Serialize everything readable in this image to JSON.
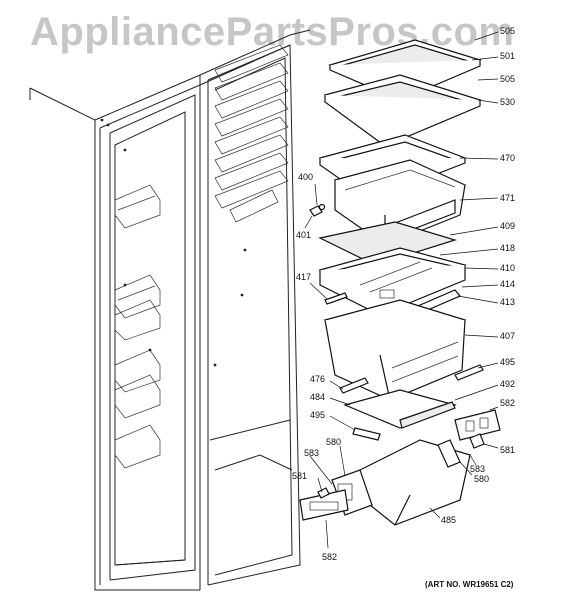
{
  "watermark": "AppliancePartsPros.com",
  "art_number": "(ART NO. WR19651 C2)",
  "callouts": [
    {
      "id": "c505a",
      "label": "505"
    },
    {
      "id": "c501",
      "label": "501"
    },
    {
      "id": "c505b",
      "label": "505"
    },
    {
      "id": "c530",
      "label": "530"
    },
    {
      "id": "c470",
      "label": "470"
    },
    {
      "id": "c400",
      "label": "400"
    },
    {
      "id": "c471",
      "label": "471"
    },
    {
      "id": "c401",
      "label": "401"
    },
    {
      "id": "c409",
      "label": "409"
    },
    {
      "id": "c418",
      "label": "418"
    },
    {
      "id": "c410",
      "label": "410"
    },
    {
      "id": "c417",
      "label": "417"
    },
    {
      "id": "c414",
      "label": "414"
    },
    {
      "id": "c413",
      "label": "413"
    },
    {
      "id": "c407",
      "label": "407"
    },
    {
      "id": "c495a",
      "label": "495"
    },
    {
      "id": "c476",
      "label": "476"
    },
    {
      "id": "c492",
      "label": "492"
    },
    {
      "id": "c484",
      "label": "484"
    },
    {
      "id": "c582a",
      "label": "582"
    },
    {
      "id": "c495b",
      "label": "495"
    },
    {
      "id": "c580a",
      "label": "580"
    },
    {
      "id": "c581a",
      "label": "581"
    },
    {
      "id": "c583a",
      "label": "583"
    },
    {
      "id": "c583b",
      "label": "583"
    },
    {
      "id": "c580b",
      "label": "580"
    },
    {
      "id": "c581b",
      "label": "581"
    },
    {
      "id": "c485",
      "label": "485"
    },
    {
      "id": "c582b",
      "label": "582"
    }
  ]
}
